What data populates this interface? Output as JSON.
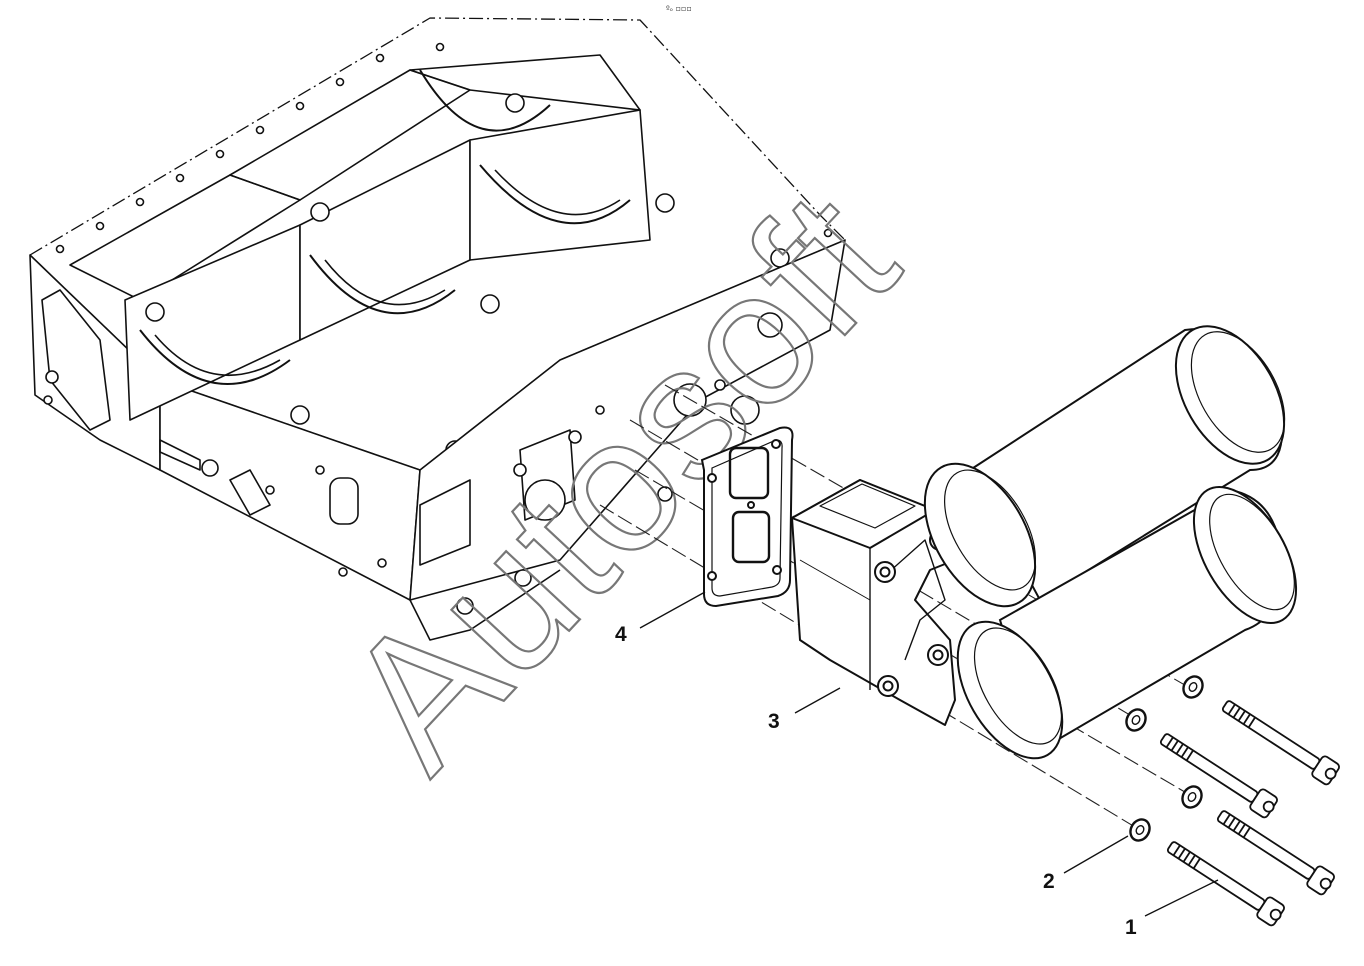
{
  "header": {
    "corner_mark": "ºₒ ▫▫▫"
  },
  "watermark": {
    "text": "Autosoft"
  },
  "callouts": [
    {
      "id": "1",
      "label": "1"
    },
    {
      "id": "2",
      "label": "2"
    },
    {
      "id": "3",
      "label": "3"
    },
    {
      "id": "4",
      "label": "4"
    }
  ],
  "colors": {
    "line": "#111111",
    "watermark_stroke": "#777777",
    "background": "#ffffff"
  }
}
